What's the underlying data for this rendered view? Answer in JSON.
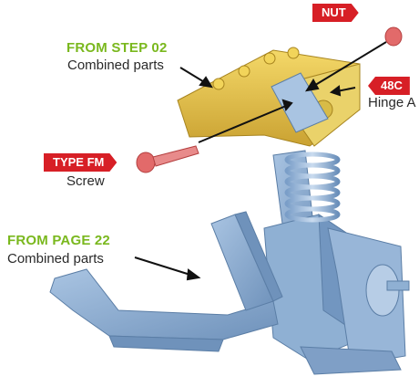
{
  "tags": {
    "nut": "NUT",
    "part_48c": "48C",
    "type_fm": "TYPE FM"
  },
  "labels": {
    "step02_title": "FROM STEP 02",
    "step02_sub": "Combined parts",
    "hinge": "Hinge A",
    "screw": "Screw",
    "page22_title": "FROM PAGE 22",
    "page22_sub": "Combined parts"
  },
  "colors": {
    "accent_green": "#7ab81e",
    "tag_red": "#d71f26",
    "yellow_part": "#e9c64a",
    "blue_part": "#8fb0d3",
    "screw_red": "#e26a6a"
  }
}
